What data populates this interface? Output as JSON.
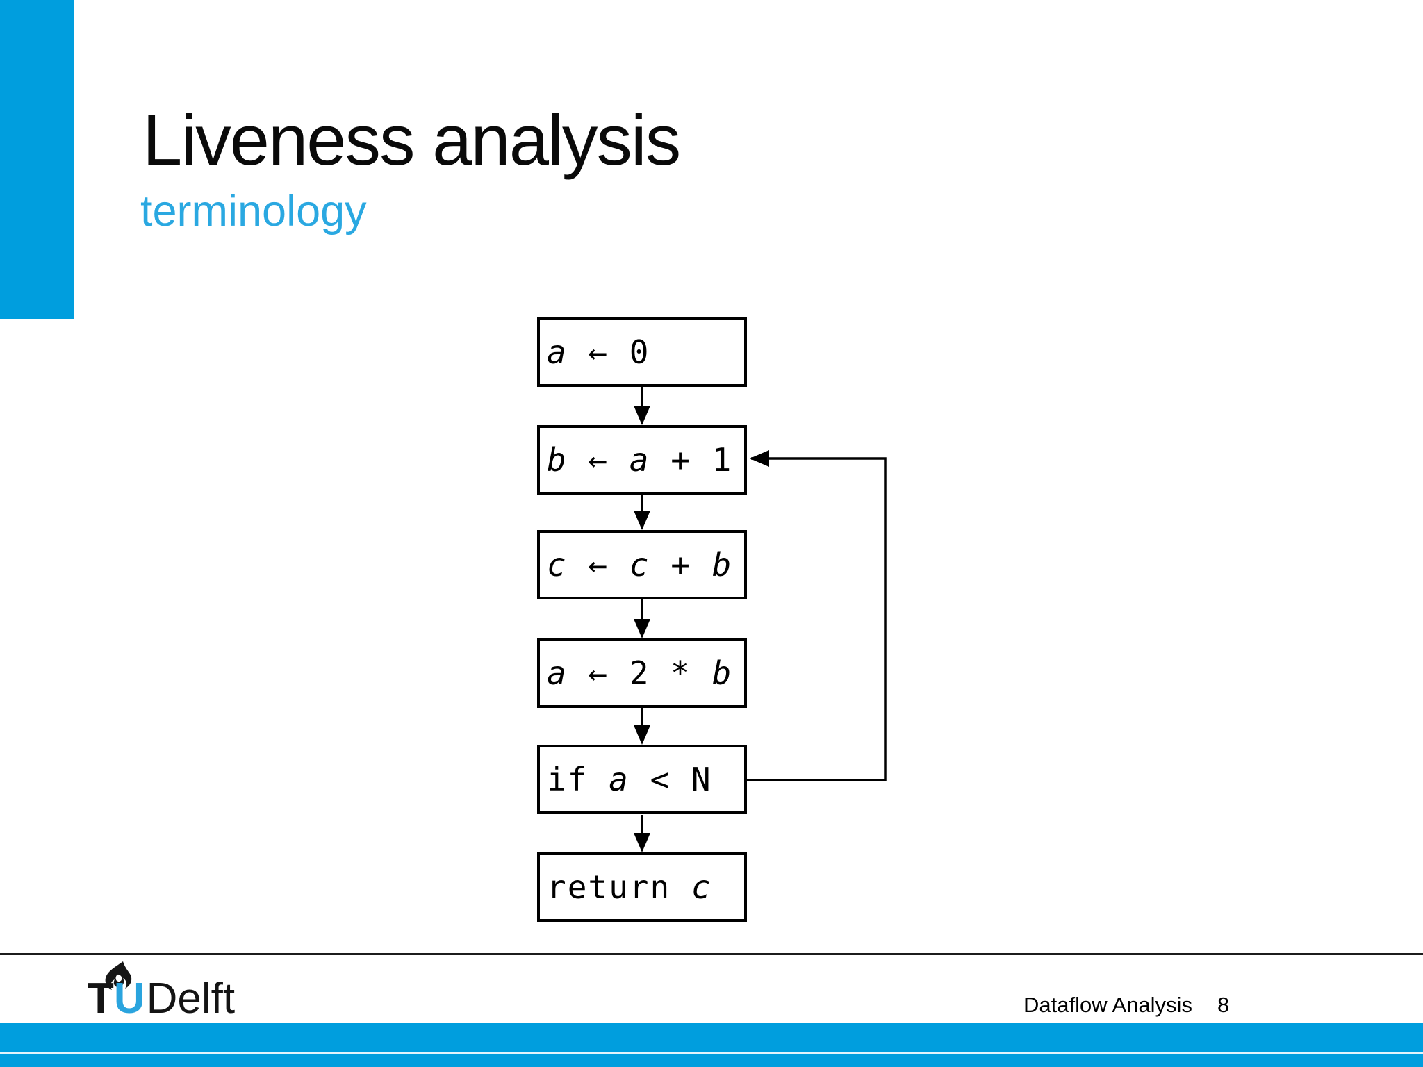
{
  "slide": {
    "title": "Liveness analysis",
    "subtitle": "terminology"
  },
  "footer": {
    "course": "Dataflow Analysis",
    "page": "8",
    "logo": {
      "t": "T",
      "u": "U",
      "rest": "Delft"
    }
  },
  "colors": {
    "accent_blue": "#009EDE",
    "subtitle_blue": "#2AA8E1",
    "logo_u_blue": "#2AA4DE",
    "ink": "#000000"
  },
  "flowchart": {
    "nodes": [
      {
        "id": "assign-a-0",
        "text": "a ← 0",
        "parts": [
          {
            "t": "a",
            "v": true
          },
          {
            "t": " ← 0",
            "v": false
          }
        ]
      },
      {
        "id": "assign-b-a-plus-1",
        "text": "b ← a + 1",
        "parts": [
          {
            "t": "b",
            "v": true
          },
          {
            "t": " ← ",
            "v": false
          },
          {
            "t": "a",
            "v": true
          },
          {
            "t": " + 1",
            "v": false
          }
        ]
      },
      {
        "id": "assign-c-c-plus-b",
        "text": "c ← c + b",
        "parts": [
          {
            "t": "c",
            "v": true
          },
          {
            "t": " ← ",
            "v": false
          },
          {
            "t": "c",
            "v": true
          },
          {
            "t": " + ",
            "v": false
          },
          {
            "t": "b",
            "v": true
          }
        ]
      },
      {
        "id": "assign-a-2-times-b",
        "text": "a ← 2 * b",
        "parts": [
          {
            "t": "a",
            "v": true
          },
          {
            "t": " ← 2 * ",
            "v": false
          },
          {
            "t": "b",
            "v": true
          }
        ]
      },
      {
        "id": "if-a-lt-n",
        "text": "if a < N",
        "parts": [
          {
            "t": "if ",
            "v": false
          },
          {
            "t": "a",
            "v": true
          },
          {
            "t": " < N",
            "v": false
          }
        ]
      },
      {
        "id": "return-c",
        "text": "return c",
        "parts": [
          {
            "t": "return ",
            "v": false
          },
          {
            "t": "c",
            "v": true
          }
        ]
      }
    ],
    "edges": [
      {
        "from": "assign-a-0",
        "to": "assign-b-a-plus-1",
        "type": "down"
      },
      {
        "from": "assign-b-a-plus-1",
        "to": "assign-c-c-plus-b",
        "type": "down"
      },
      {
        "from": "assign-c-c-plus-b",
        "to": "assign-a-2-times-b",
        "type": "down"
      },
      {
        "from": "assign-a-2-times-b",
        "to": "if-a-lt-n",
        "type": "down"
      },
      {
        "from": "if-a-lt-n",
        "to": "return-c",
        "type": "down"
      },
      {
        "from": "if-a-lt-n",
        "to": "assign-b-a-plus-1",
        "type": "loop-back"
      }
    ]
  }
}
